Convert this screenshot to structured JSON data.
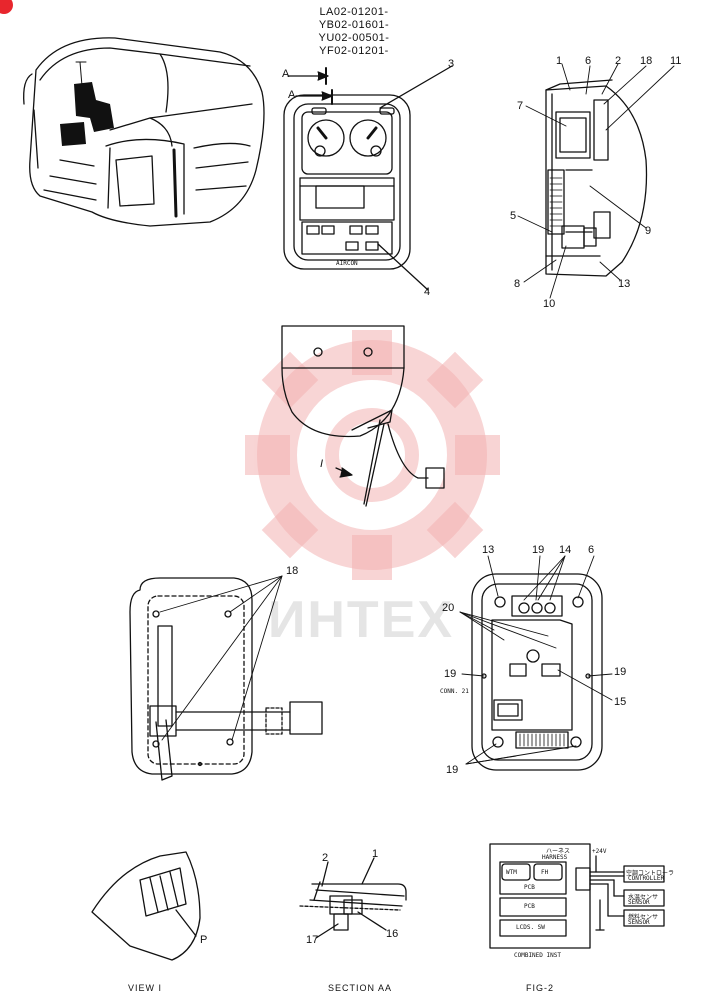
{
  "serials": [
    "LA02-01201-",
    "YB02-01601-",
    "YU02-00501-",
    "YF02-01201-"
  ],
  "callouts": {
    "top_right": [
      "1",
      "6",
      "2",
      "18",
      "11",
      "7",
      "9",
      "5",
      "13",
      "8",
      "10"
    ],
    "panel": [
      "3",
      "4"
    ],
    "mid_right": [
      "13",
      "19",
      "14",
      "6",
      "20",
      "19",
      "19",
      "15",
      "19"
    ],
    "mid_left": [
      "18"
    ],
    "section": [
      "2",
      "1",
      "17",
      "16"
    ],
    "view": [
      "P"
    ]
  },
  "view_arrows": {
    "a1": "A",
    "a2": "A",
    "i": "I"
  },
  "conn_label": "CONN. 21",
  "fig2": {
    "harness": "HARNESS",
    "harness_jp": "ハーネス",
    "voltage": "+24V",
    "wtm": "WTM",
    "fh": "FH",
    "pcb1": "PCB",
    "pcb2": "PCB",
    "lcd": "LCDS. SW",
    "combined": "COMBINED INST",
    "box1_jp": "空調コントローラ",
    "box1": "CONTROLLER",
    "box2_jp": "水温センサ",
    "box2": "SENSOR",
    "box3_jp": "燃料センサ",
    "box3": "SENSOR"
  },
  "panel_text": {
    "brand": "AIRCON"
  },
  "footer": {
    "view": "VIEW I",
    "section": "SECTION AA",
    "fig": "FIG-2"
  },
  "watermark": "ИНТЕХ",
  "colors": {
    "line": "#111111",
    "watermark": "#f0a0a0",
    "badge": "#e8262d"
  }
}
